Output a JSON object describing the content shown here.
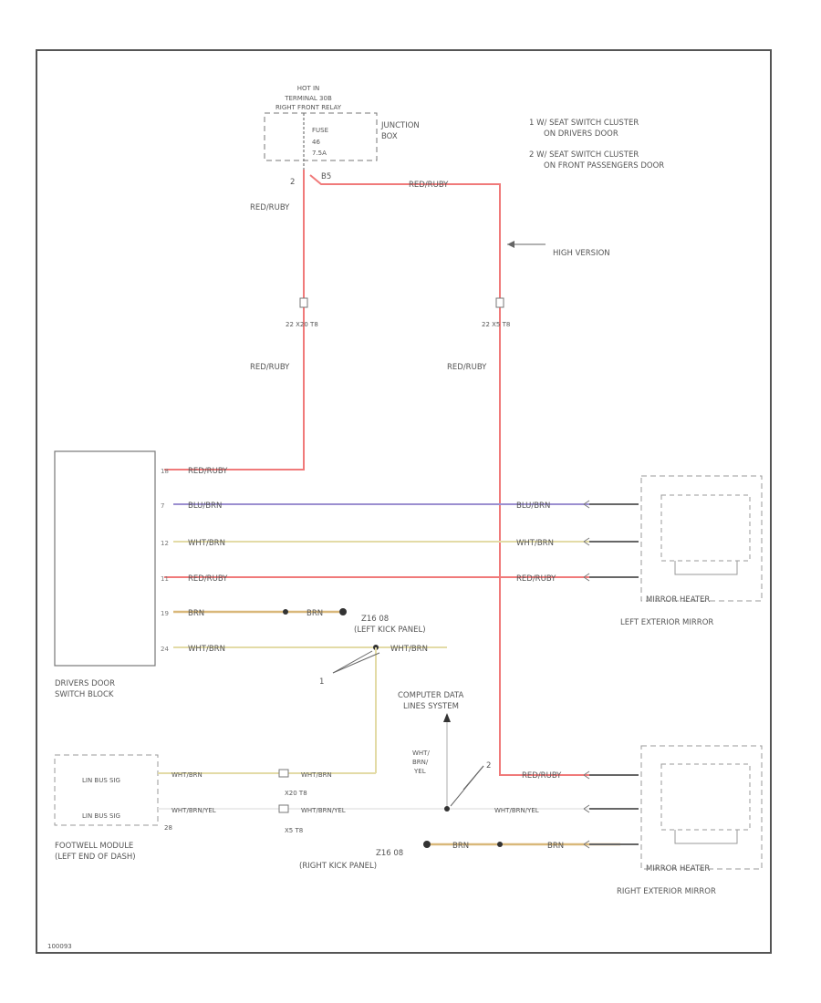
{
  "fuse": {
    "hot_in": "HOT IN",
    "terminal": "TERMINAL 30B",
    "relay": "RIGHT FRONT RELAY",
    "fuse_label": "FUSE",
    "fuse_num": "46",
    "fuse_amp": "7.5A",
    "pin": "2",
    "pin2": "B5",
    "junction_box_l1": "JUNCTION",
    "junction_box_l2": "BOX"
  },
  "notes": {
    "n1_l1": "1  W/ SEAT SWITCH CLUSTER",
    "n1_l2": "ON DRIVERS DOOR",
    "n2_l1": "2  W/ SEAT SWITCH CLUSTER",
    "n2_l2": "ON FRONT PASSENGERS DOOR"
  },
  "wires": {
    "red_ruby": "RED/RUBY",
    "blu_brn": "BLU/BRN",
    "wht_brn": "WHT/BRN",
    "brn": "BRN",
    "wht_brn_yel": "WHT/BRN/YEL",
    "wht_brn_yel_stack_1": "WHT/",
    "wht_brn_yel_stack_2": "BRN/",
    "wht_brn_yel_stack_3": "YEL",
    "high_version": "HIGH VERSION"
  },
  "connectors": {
    "c_left": "22   X20 T8",
    "c_right": "22   X5 T8",
    "c_x20": "X20 T8",
    "c_x5": "X5 T8",
    "pin_28": "28"
  },
  "components": {
    "driver_door_l1": "DRIVERS DOOR",
    "driver_door_l2": "SWITCH BLOCK",
    "left_mirror": "LEFT EXTERIOR MIRROR",
    "right_mirror": "RIGHT EXTERIOR MIRROR",
    "mirror_heater": "MIRROR HEATER",
    "footwell_l1": "FOOTWELL MODULE",
    "footwell_l2": "(LEFT END OF DASH)",
    "lin_bus_1": "LIN BUS SIG",
    "lin_bus_2": "LIN BUS SIG",
    "computer_l1": "COMPUTER DATA",
    "computer_l2": "LINES SYSTEM",
    "z1_l1": "Z16 08",
    "z1_l2": "(LEFT KICK PANEL)",
    "z2_l1": "Z16 08",
    "z2_l2": "(RIGHT KICK PANEL)",
    "callout_1": "1",
    "callout_2": "2"
  },
  "footer": {
    "code": "100093"
  },
  "colors": {
    "red": "#f07a7a",
    "blue": "#9b8fd0",
    "tan": "#e3dba6",
    "brown": "#d9b87a",
    "frame": "#555555"
  }
}
